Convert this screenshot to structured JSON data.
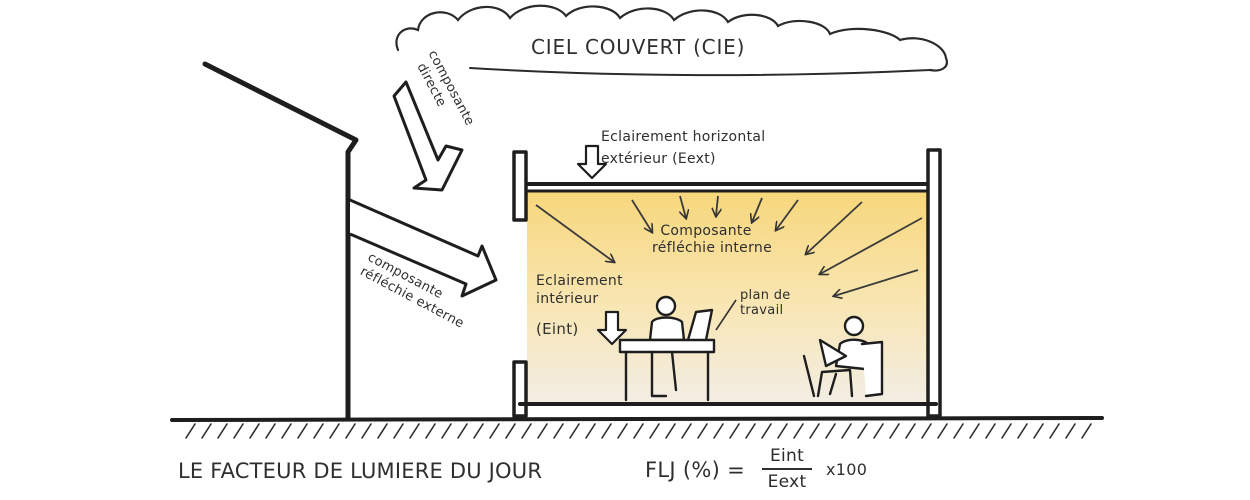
{
  "sky": {
    "label": "CIEL COUVERT (CIE)"
  },
  "components": {
    "direct": {
      "line1": "composante",
      "line2": "directe"
    },
    "external_reflected": {
      "line1": "composante",
      "line2": "réfléchie externe"
    },
    "internal_reflected": {
      "line1": "Composante",
      "line2": "réfléchie interne"
    }
  },
  "exterior_illuminance": {
    "line1": "Eclairement horizontal",
    "line2": "extérieur (Eext)"
  },
  "interior_illuminance": {
    "line1": "Eclairement",
    "line2": "intérieur",
    "line3": "(Eint)"
  },
  "work_plane": {
    "line1": "plan de",
    "line2": "travail"
  },
  "footer": {
    "title": "LE FACTEUR DE LUMIERE DU JOUR",
    "formula_lhs": "FLJ (%) =",
    "numerator": "Eint",
    "denominator": "Eext",
    "multiplier": "x100"
  },
  "colors": {
    "ink": "#2b2b2b",
    "room_light_top": "#f7d77a",
    "room_light_bottom": "#f4ece0"
  }
}
